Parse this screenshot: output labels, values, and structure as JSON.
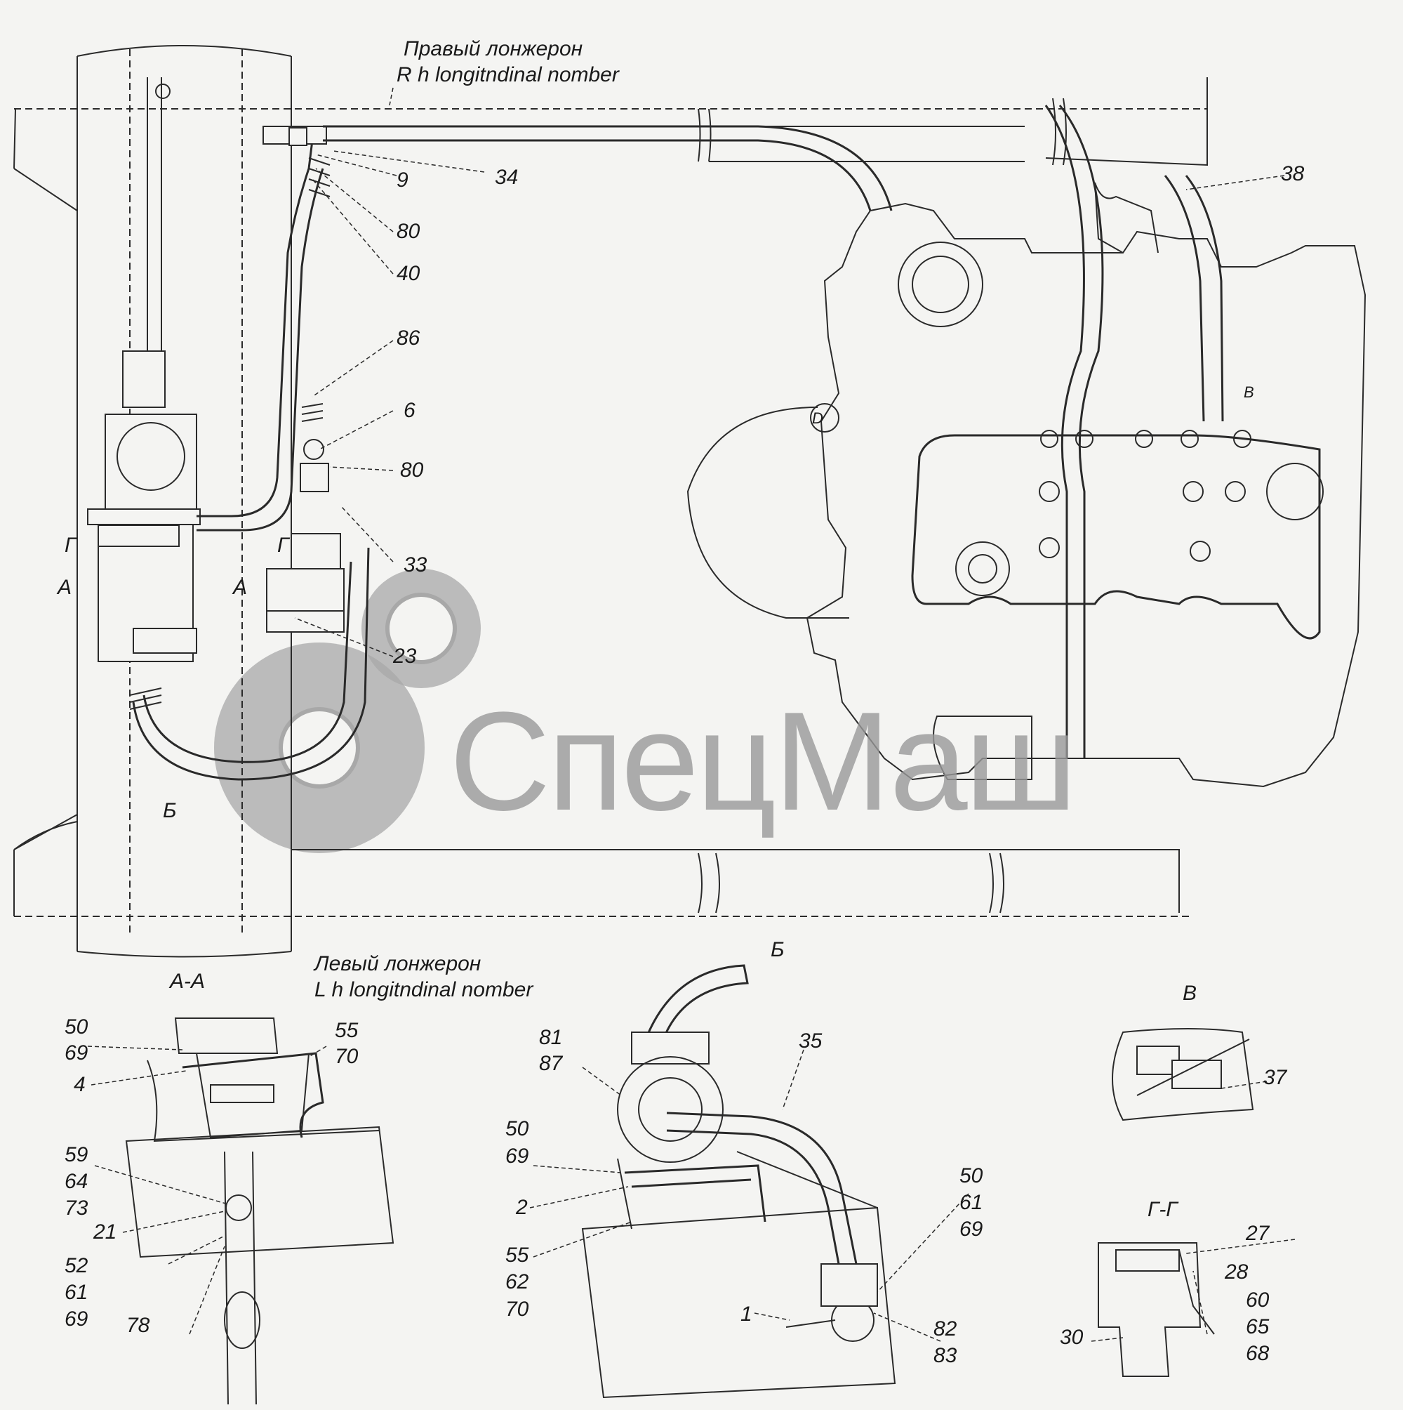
{
  "titles": {
    "right_member_ru": "Правый лонжерон",
    "right_member_en": "R h longitndinal nomber",
    "left_member_ru": "Левый лонжерон",
    "left_member_en": "L h longitndinal nomber"
  },
  "watermark": {
    "text": "СпецМаш"
  },
  "sections": {
    "aa": "А-А",
    "b": "Б",
    "v": "В",
    "gg": "Г-Г"
  },
  "cut_marks": {
    "a": "А",
    "b": "Б",
    "g": "Г",
    "v": "В",
    "d": "D"
  },
  "callouts_main": [
    "9",
    "34",
    "80",
    "40",
    "86",
    "6",
    "80",
    "33",
    "23",
    "38"
  ],
  "callouts_aa": [
    "50",
    "69",
    "55",
    "70",
    "4",
    "59",
    "64",
    "73",
    "21",
    "52",
    "61",
    "69",
    "78"
  ],
  "callouts_b": [
    "81",
    "87",
    "35",
    "50",
    "69",
    "2",
    "55",
    "62",
    "70",
    "50",
    "61",
    "69",
    "1",
    "82",
    "83"
  ],
  "callouts_v": [
    "37"
  ],
  "callouts_gg": [
    "27",
    "28",
    "60",
    "65",
    "68",
    "30"
  ]
}
